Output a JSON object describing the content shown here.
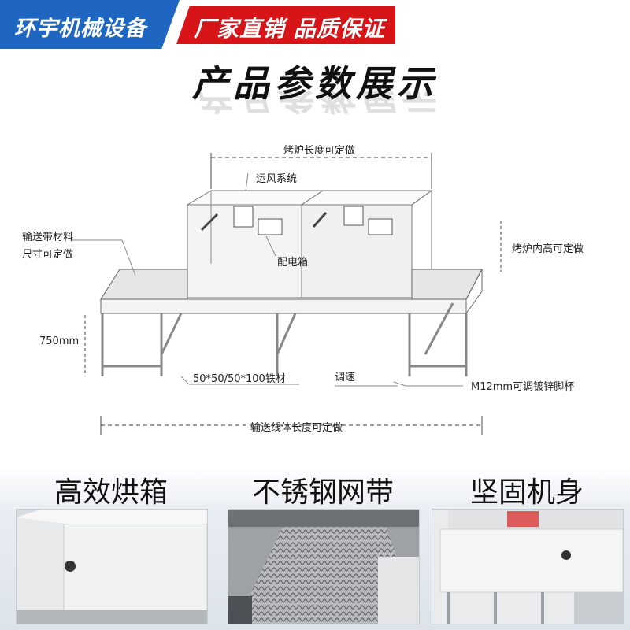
{
  "header": {
    "brand": "环宇机械设备",
    "slogan": "厂家直销 品质保证"
  },
  "title": "产品参数展示",
  "diagram": {
    "labels": {
      "oven_length": "烤炉长度可定做",
      "fan_system": "运风系统",
      "belt_material_line1": "输送带材料",
      "belt_material_line2": "尺寸可定做",
      "electric_box": "配电箱",
      "oven_height": "烤炉内高可定做",
      "height_750": "750mm",
      "frame_material": "50*50/50*100铁材",
      "speed": "调速",
      "foot_cup": "M12mm可调镀锌脚杯",
      "line_length": "输送线体长度可定做"
    }
  },
  "features": [
    {
      "title": "高效烘箱"
    },
    {
      "title": "不锈钢网带"
    },
    {
      "title": "坚固机身"
    }
  ]
}
